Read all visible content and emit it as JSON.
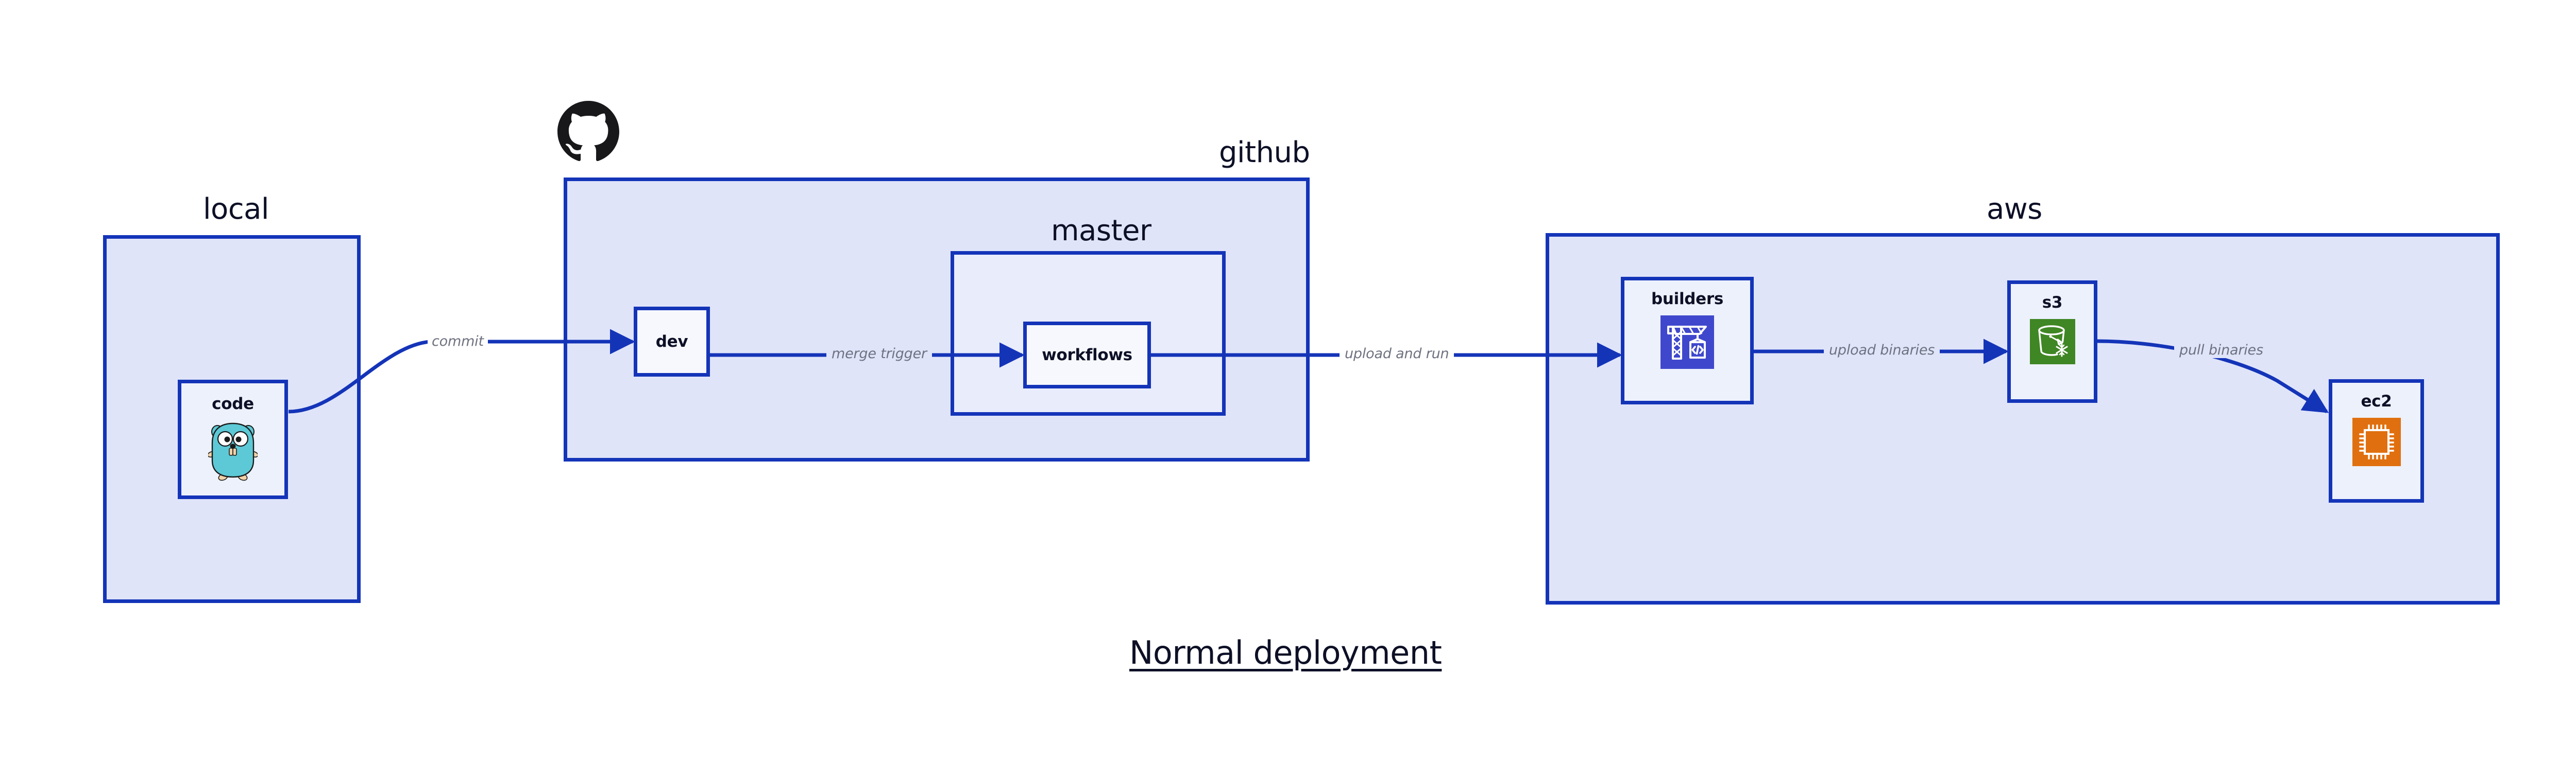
{
  "diagram": {
    "title": "Normal deployment",
    "background_color": "#ffffff",
    "accent_color": "#1434B8",
    "zone_fill": "#DFE4F9",
    "zone_fill_inner": "#E8ECFB",
    "node_fill": "#EDF1FC",
    "edge_label_color": "#6E7280",
    "text_color": "#0D1026"
  },
  "zones": {
    "local": {
      "label": "local"
    },
    "github": {
      "label": "github"
    },
    "master": {
      "label": "master"
    },
    "aws": {
      "label": "aws"
    }
  },
  "nodes": {
    "code": {
      "label": "code",
      "icon": "go-gopher-icon"
    },
    "dev": {
      "label": "dev",
      "icon": "none"
    },
    "workflows": {
      "label": "workflows",
      "icon": "none"
    },
    "builders": {
      "label": "builders",
      "icon": "aws-codebuild-icon",
      "icon_color": "#3F48CC"
    },
    "s3": {
      "label": "s3",
      "icon": "aws-s3-glacier-icon",
      "icon_color": "#3F8624"
    },
    "ec2": {
      "label": "ec2",
      "icon": "aws-ec2-icon",
      "icon_color": "#E0700F"
    }
  },
  "edges": [
    {
      "id": "commit",
      "label": "commit",
      "from": "code",
      "to": "dev"
    },
    {
      "id": "merge-trigger",
      "label": "merge trigger",
      "from": "dev",
      "to": "workflows"
    },
    {
      "id": "upload-and-run",
      "label": "upload and run",
      "from": "workflows",
      "to": "builders"
    },
    {
      "id": "upload-binaries",
      "label": "upload binaries",
      "from": "builders",
      "to": "s3"
    },
    {
      "id": "pull-binaries",
      "label": "pull binaries",
      "from": "s3",
      "to": "ec2"
    }
  ],
  "logos": {
    "github_octocat": "github-octocat-icon"
  }
}
